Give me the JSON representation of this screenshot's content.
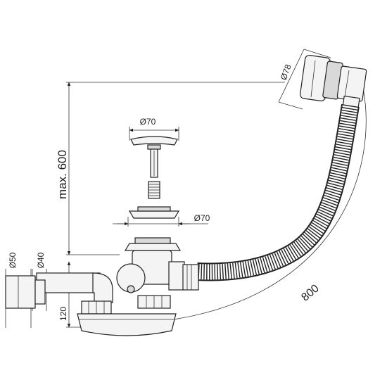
{
  "dimensions": {
    "d78": "Ø78",
    "d70_top": "Ø70",
    "d70_mid": "Ø70",
    "d50": "Ø50",
    "d40": "Ø40",
    "max600": "max. 600",
    "h120": "120",
    "len800": "800"
  },
  "colors": {
    "line": "#222222",
    "background": "#ffffff",
    "fill_light": "#f4f4f4",
    "fill_mid": "#d9d9d9"
  }
}
